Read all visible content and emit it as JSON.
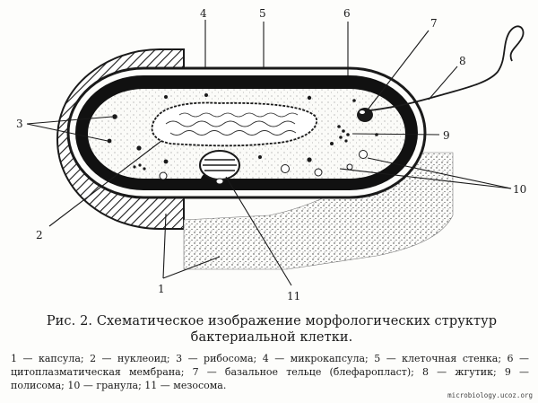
{
  "callouts": {
    "n1": "1",
    "n2": "2",
    "n3": "3",
    "n4": "4",
    "n5": "5",
    "n6": "6",
    "n7": "7",
    "n8": "8",
    "n9": "9",
    "n10": "10",
    "n11": "11"
  },
  "caption": {
    "prefix": "Рис. 2.",
    "title": "Схематическое изображение морфологических структур бактериальной клетки."
  },
  "legend": "1 — капсула; 2 — нуклеоид; 3 — рибосома; 4 — микрокапсула; 5 — клеточная стенка; 6 — цитоплазматическая мембрана; 7 — базальное тельце (блефаропласт); 8 — жгутик; 9 — полисома; 10 — гранула; 11 — мезосома.",
  "watermark": "microbiology.ucoz.org",
  "colors": {
    "ink": "#1a1a1a",
    "paper": "#fdfdfb"
  }
}
